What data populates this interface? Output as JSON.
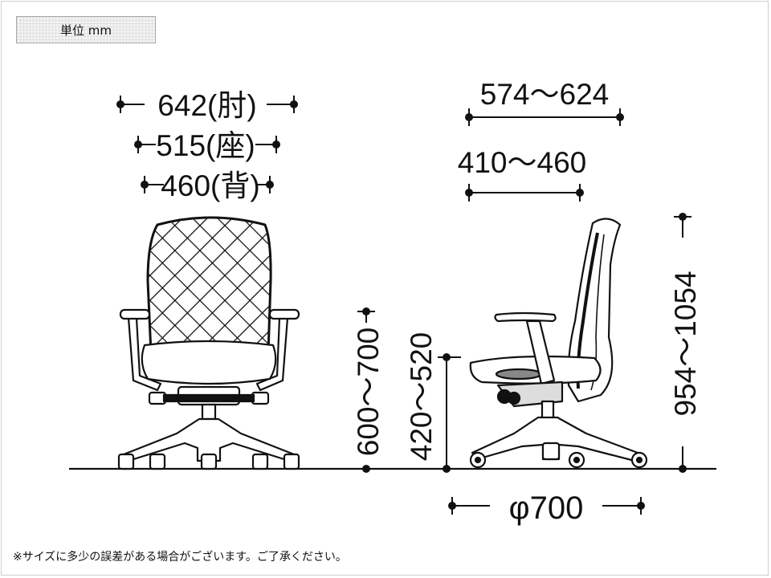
{
  "unit_label": "単位 mm",
  "dimensions": {
    "front_armrest_width": "642(肘)",
    "front_seat_width": "515(座)",
    "front_back_width": "460(背)",
    "side_depth_overall": "574〜624",
    "side_seat_depth": "410〜460",
    "armrest_height": "600〜700",
    "seat_height": "420〜520",
    "overall_height": "954〜1054",
    "base_diameter": "φ700"
  },
  "footnote": "※サイズに多少の誤差がある場合がございます。ご了承ください。"
}
